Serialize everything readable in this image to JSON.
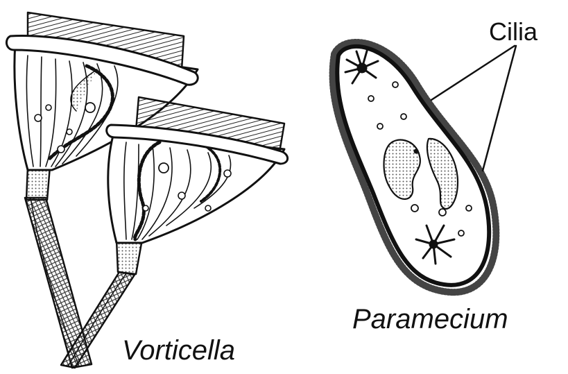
{
  "labels": {
    "cilia": "Cilia",
    "paramecium": "Paramecium",
    "vorticella": "Vorticella"
  },
  "colors": {
    "ink": "#111111",
    "background": "#ffffff",
    "stipple": "#9a9a9a"
  }
}
